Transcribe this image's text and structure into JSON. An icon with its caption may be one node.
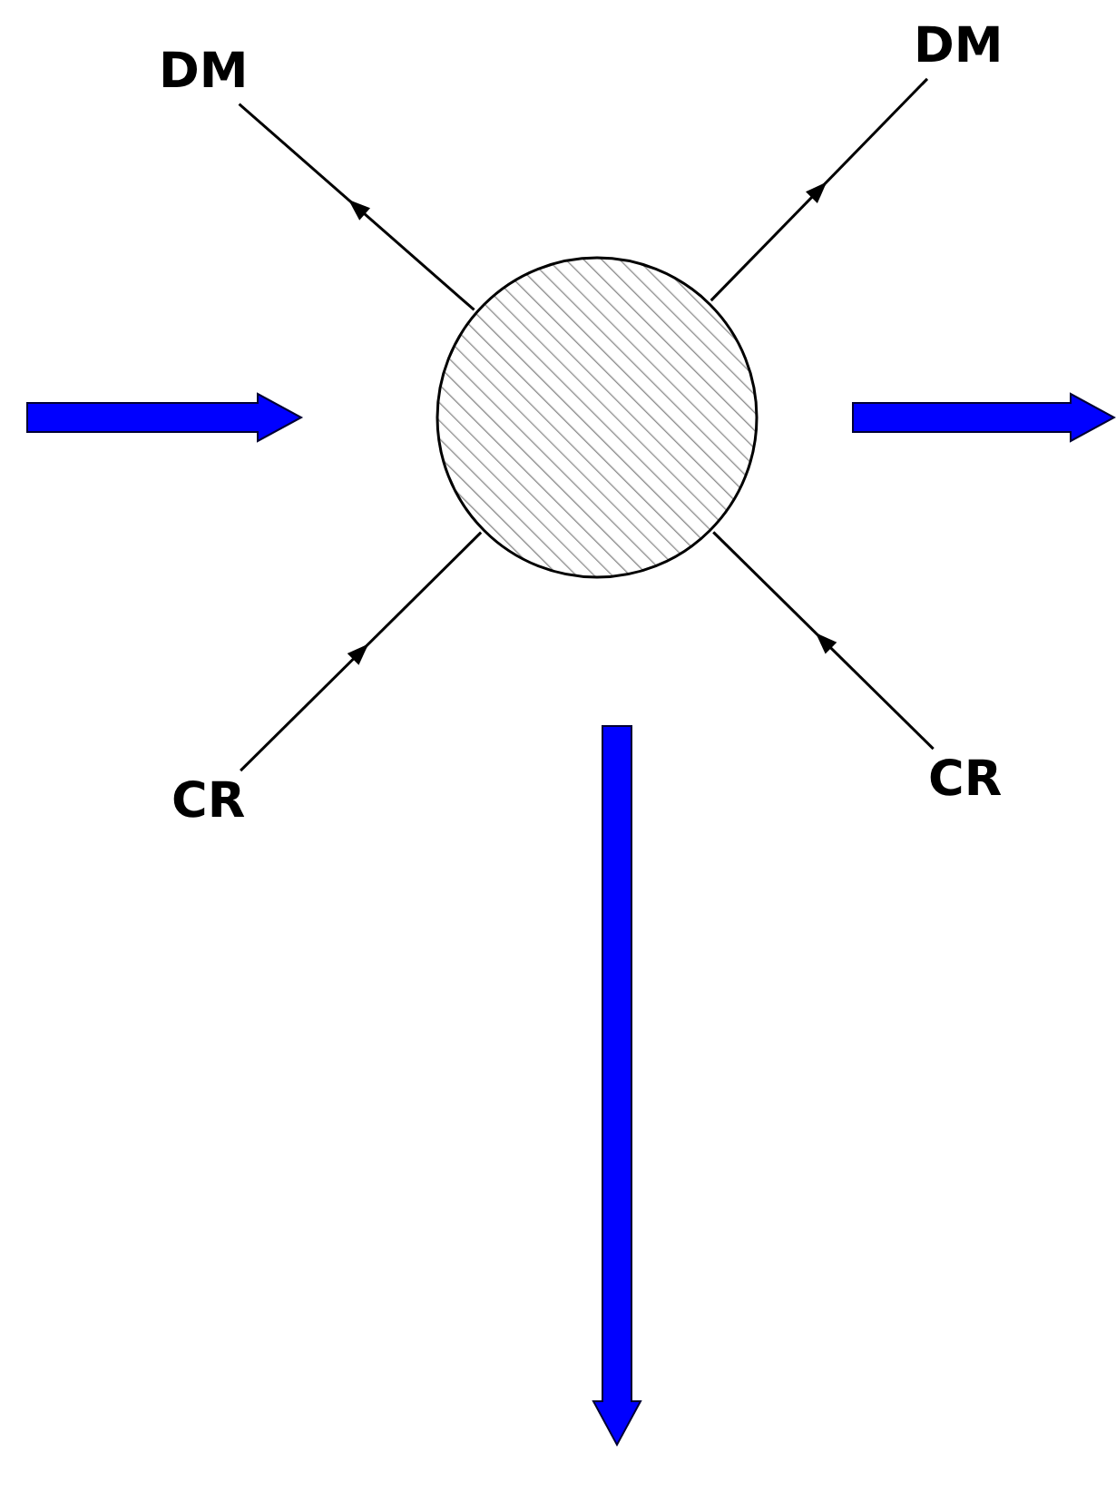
{
  "diagram": {
    "nodes": [
      {
        "text": [
          "DM"
        ]
      },
      {
        "text": [
          "DM"
        ]
      },
      {
        "text": [],
        "shape": "circle"
      },
      {
        "text": [
          "CR"
        ]
      },
      {
        "text": [
          "CR"
        ]
      }
    ],
    "edges": [
      {
        "from": 2,
        "to": 0,
        "arrow": "to"
      },
      {
        "from": 2,
        "to": 1,
        "arrow": "to"
      },
      {
        "from": 3,
        "to": 2,
        "arrow": "to"
      },
      {
        "from": 4,
        "to": 2,
        "arrow": "to"
      }
    ]
  }
}
